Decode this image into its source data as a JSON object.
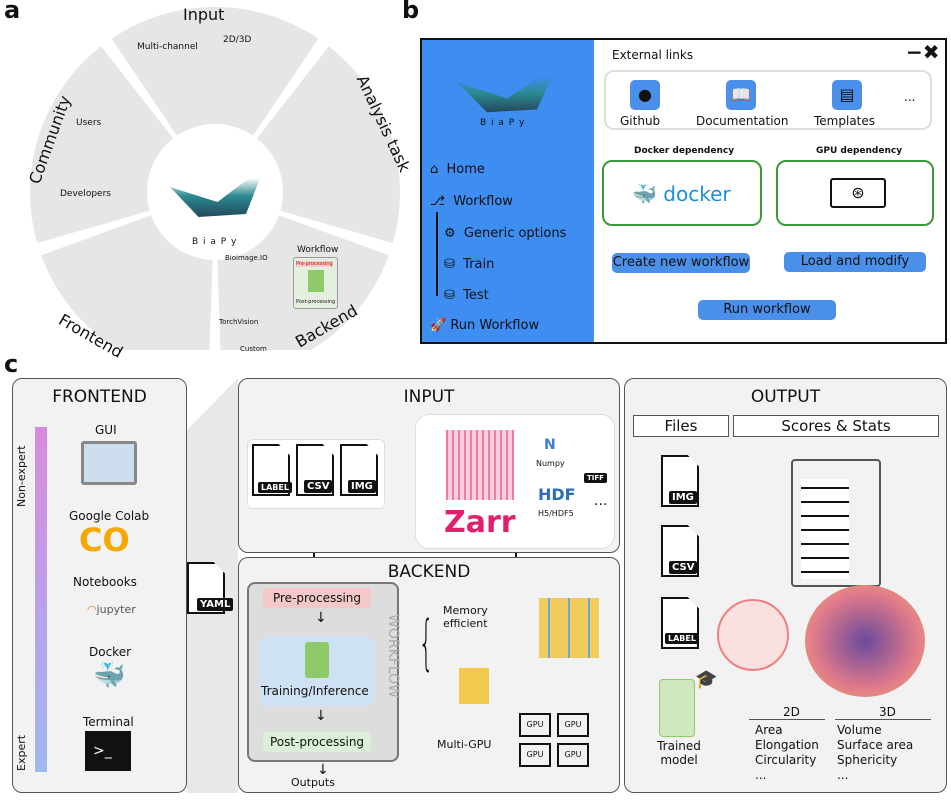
{
  "panel_a": {
    "label": "a",
    "center": "B i a P y",
    "sectors": {
      "input": {
        "title": "Input",
        "items": [
          "Multi-channel",
          "2D/3D"
        ]
      },
      "analysis": {
        "title": "Analysis task"
      },
      "backend": {
        "title": "Backend",
        "items": [
          "Workflow",
          "Pre-processing",
          "Post-processing",
          "Bioimage.IO",
          "TorchVision",
          "Custom"
        ]
      },
      "frontend": {
        "title": "Frontend"
      },
      "community": {
        "title": "Community",
        "items": [
          "Users",
          "Developers"
        ]
      }
    }
  },
  "panel_b": {
    "label": "b",
    "logo": "B i a P y",
    "nav": [
      "Home",
      "Workflow",
      "Generic options",
      "Train",
      "Test",
      "Run Workflow"
    ],
    "external_links": "External links",
    "links": [
      "Github",
      "Documentation",
      "Templates",
      "..."
    ],
    "docker_dep": "Docker dependency",
    "gpu_dep": "GPU dependency",
    "docker": "docker",
    "create": "Create new workflow",
    "load": "Load and modify",
    "run": "Run workflow",
    "colors": {
      "sidebar": "#3d8ef0",
      "button": "#4a90e8",
      "border": "#3a9a3a"
    }
  },
  "panel_c": {
    "label": "c",
    "frontend": {
      "title": "FRONTEND",
      "scale_top": "Non-expert",
      "scale_bottom": "Expert",
      "items": [
        "GUI",
        "Google Colab",
        "Notebooks",
        "Docker",
        "Terminal"
      ],
      "jupyter": "jupyter",
      "yaml": "YAML"
    },
    "input": {
      "title": "INPUT",
      "files": [
        "LABEL",
        "CSV",
        "IMG"
      ],
      "zarr": "Zarr",
      "numpy": "Numpy",
      "tiff": "TIFF",
      "hdf": "H5/HDF5",
      "more": "..."
    },
    "backend": {
      "title": "BACKEND",
      "workflow": "WORKFLOW",
      "pre": "Pre-processing",
      "train": "Training/Inference",
      "post": "Post-processing",
      "outputs": "Outputs",
      "mem": "Memory efficient",
      "gpu": "Multi-GPU",
      "gpu_chip": "GPU"
    },
    "output": {
      "title": "OUTPUT",
      "files": "Files",
      "scores": "Scores & Stats",
      "file_tags": [
        "IMG",
        "CSV",
        "LABEL"
      ],
      "model": "Trained model",
      "d2": "2D",
      "d2_items": [
        "Area",
        "Elongation",
        "Circularity",
        "..."
      ],
      "d3": "3D",
      "d3_items": [
        "Volume",
        "Surface area",
        "Sphericity",
        "..."
      ]
    }
  }
}
